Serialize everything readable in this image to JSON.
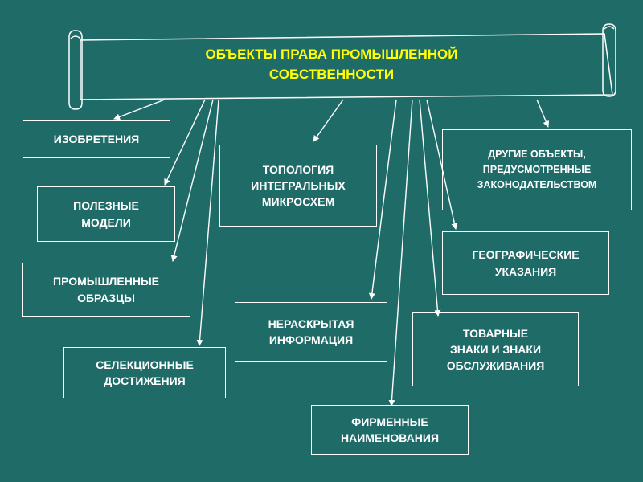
{
  "title": "ОБЪЕКТЫ ПРАВА ПРОМЫШЛЕННОЙ\nСОБСТВЕННОСТИ",
  "colors": {
    "background": "#1f6b68",
    "title_text": "#ffff00",
    "box_text": "#ffffff",
    "lines": "#ffffff"
  },
  "objects": {
    "inventions": "ИЗОБРЕТЕНИЯ",
    "utility_models": "ПОЛЕЗНЫЕ\nМОДЕЛИ",
    "industrial_designs": "ПРОМЫШЛЕННЫЕ\nОБРАЗЦЫ",
    "breeding_achievements": "СЕЛЕКЦИОННЫЕ\nДОСТИЖЕНИЯ",
    "topology": "ТОПОЛОГИЯ\nИНТЕГРАЛЬНЫХ\nМИКРОСХЕМ",
    "undisclosed_info": "НЕРАСКРЫТАЯ\nИНФОРМАЦИЯ",
    "trade_names": "ФИРМЕННЫЕ\nНАИМЕНОВАНИЯ",
    "trademarks": "ТОВАРНЫЕ\nЗНАКИ И ЗНАКИ\nОБСЛУЖИВАНИЯ",
    "geographic_indications": "ГЕОГРАФИЧЕСКИЕ\nУКАЗАНИЯ",
    "other_objects": "ДРУГИЕ ОБЪЕКТЫ,\nПРЕДУСМОТРЕННЫЕ\nЗАКОНОДАТЕЛЬСТВОМ"
  }
}
